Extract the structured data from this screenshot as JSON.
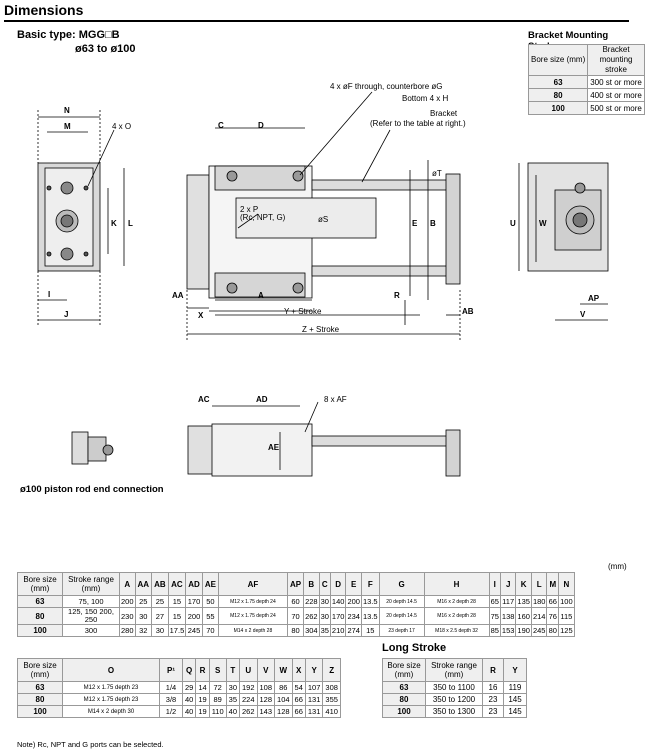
{
  "title": "Dimensions",
  "subtitle": "Basic type: MGG□B",
  "subrange": "ø63 to ø100",
  "bracket": {
    "title": "Bracket Mounting Stroke",
    "headers": [
      "Bore size (mm)",
      "Bracket mounting stroke"
    ],
    "rows": [
      [
        "63",
        "300 st or more"
      ],
      [
        "80",
        "400 st or more"
      ],
      [
        "100",
        "500 st or more"
      ]
    ]
  },
  "drawing": {
    "callout_F": "4 x øF through, counterbore øG",
    "callout_H": "Bottom 4 x H",
    "callout_bracket": "Bracket",
    "callout_bracket_ref": "(Refer to the table at right.)",
    "callout_O": "4 x O",
    "callout_P": "2 x P",
    "callout_P_sub": "(Rc, NPT, G)",
    "callout_AF": "8 x AF",
    "labels": {
      "N": "N",
      "M": "M",
      "K": "K",
      "L": "L",
      "I": "I",
      "J": "J",
      "C": "C",
      "D": "D",
      "T": "øT",
      "S": "øS",
      "E": "E",
      "B": "B",
      "AA": "AA",
      "X": "X",
      "A": "A",
      "R": "R",
      "Y": "Y + Stroke",
      "Z": "Z + Stroke",
      "AB": "AB",
      "U": "U",
      "W": "W",
      "AP": "AP",
      "V": "V",
      "AC": "AC",
      "AD": "AD",
      "AE": "AE"
    },
    "caption": "ø100 piston rod end connection"
  },
  "units": "(mm)",
  "table1": {
    "headers": [
      "Bore size (mm)",
      "Stroke range (mm)",
      "A",
      "AA",
      "AB",
      "AC",
      "AD",
      "AE",
      "AF",
      "AP",
      "B",
      "C",
      "D",
      "E",
      "F",
      "G",
      "H",
      "I",
      "J",
      "K",
      "L",
      "M",
      "N"
    ],
    "rows": [
      [
        "63",
        "75, 100",
        "200",
        "25",
        "25",
        "15",
        "170",
        "50",
        "M12 x 1.75 depth 24",
        "60",
        "228",
        "30",
        "140",
        "200",
        "13.5",
        "20 depth 14.5",
        "M16 x 2 depth 28",
        "65",
        "117",
        "135",
        "180",
        "66",
        "100"
      ],
      [
        "80",
        "125, 150 200, 250",
        "230",
        "30",
        "27",
        "15",
        "200",
        "55",
        "M12 x 1.75 depth 24",
        "70",
        "262",
        "30",
        "170",
        "234",
        "13.5",
        "20 depth 14.5",
        "M16 x 2 depth 28",
        "75",
        "138",
        "160",
        "214",
        "76",
        "115"
      ],
      [
        "100",
        "300",
        "280",
        "32",
        "30",
        "17.5",
        "245",
        "70",
        "M14 x 2 depth 28",
        "80",
        "304",
        "35",
        "210",
        "274",
        "15",
        "23 depth 17",
        "M18 x 2.5 depth 32",
        "85",
        "153",
        "190",
        "245",
        "80",
        "125"
      ]
    ]
  },
  "table2": {
    "headers": [
      "Bore size (mm)",
      "O",
      "P¹",
      "Q",
      "R",
      "S",
      "T",
      "U",
      "V",
      "W",
      "X",
      "Y",
      "Z"
    ],
    "rows": [
      [
        "63",
        "M12 x 1.75 depth 23",
        "1/4",
        "29",
        "14",
        "72",
        "30",
        "192",
        "108",
        "86",
        "54",
        "107",
        "308"
      ],
      [
        "80",
        "M12 x 1.75 depth 23",
        "3/8",
        "40",
        "19",
        "89",
        "35",
        "224",
        "128",
        "104",
        "66",
        "131",
        "355"
      ],
      [
        "100",
        "M14 x 2 depth 30",
        "1/2",
        "40",
        "19",
        "110",
        "40",
        "262",
        "143",
        "128",
        "66",
        "131",
        "410"
      ]
    ]
  },
  "long_stroke": {
    "title": "Long Stroke",
    "headers": [
      "Bore size (mm)",
      "Stroke range (mm)",
      "R",
      "Y"
    ],
    "rows": [
      [
        "63",
        "350 to 1100",
        "16",
        "119"
      ],
      [
        "80",
        "350 to 1200",
        "23",
        "145"
      ],
      [
        "100",
        "350 to 1300",
        "23",
        "145"
      ]
    ]
  },
  "note": "Note) Rc, NPT and G ports can be selected."
}
